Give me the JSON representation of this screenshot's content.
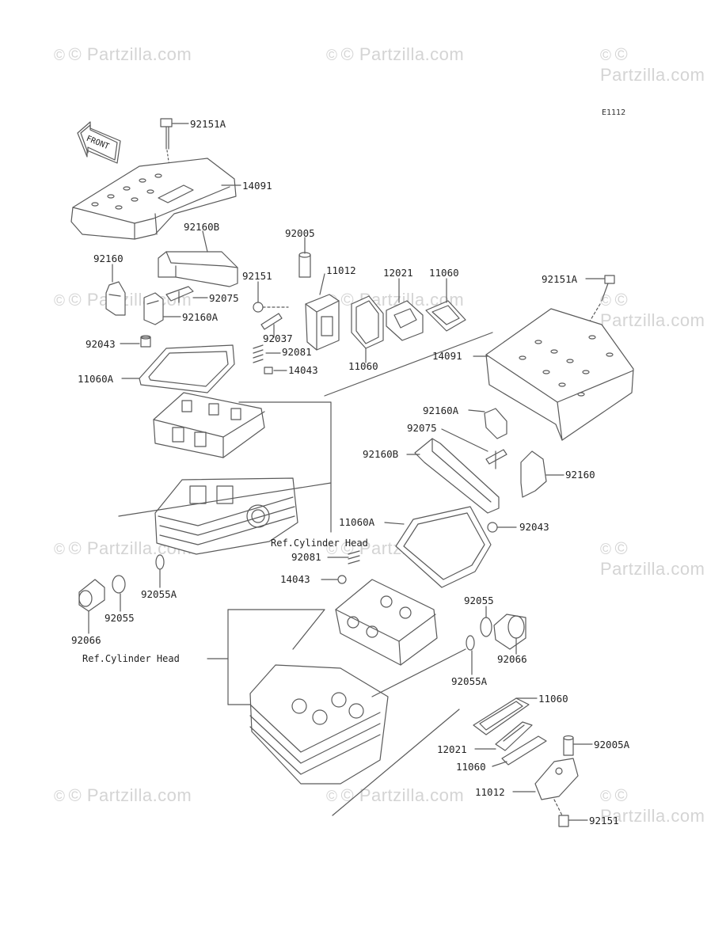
{
  "watermark": "© Partzilla.com",
  "diagram_code": "E1112",
  "front_label": "FRONT",
  "colors": {
    "line": "#5a5a5a",
    "part_fill": "#ffffff",
    "watermark": "#d4d4d4"
  },
  "labels": {
    "p92151A_top": "92151A",
    "p14091_top": "14091",
    "p92160B_top": "92160B",
    "p92005_top": "92005",
    "p92160_left": "92160",
    "p92151_mid": "92151",
    "p11012_mid": "11012",
    "p12021_mid": "12021",
    "p11060_mid": "11060",
    "p92151A_right": "92151A",
    "p92075_left": "92075",
    "p92160A_left": "92160A",
    "p92037": "92037",
    "p92043_left": "92043",
    "p92081_top": "92081",
    "p11060_mid2": "11060",
    "p14091_right": "14091",
    "p11060A_left": "11060A",
    "p14043_top": "14043",
    "p92160A_right": "92160A",
    "p92075_right": "92075",
    "p92160B_right": "92160B",
    "p92160_right": "92160",
    "p11060A_right": "11060A",
    "p92043_right": "92043",
    "ref_head_1": "Ref.Cylinder Head",
    "p92081_low": "92081",
    "p14043_low": "14043",
    "p92055A_left": "92055A",
    "p92055_left": "92055",
    "p92066_left": "92066",
    "p92055_right": "92055",
    "ref_head_2": "Ref.Cylinder Head",
    "p92066_right": "92066",
    "p92055A_right": "92055A",
    "p11060_low1": "11060",
    "p12021_low": "12021",
    "p11060_low2": "11060",
    "p92005A": "92005A",
    "p11012_low": "11012",
    "p92151_low": "92151"
  }
}
